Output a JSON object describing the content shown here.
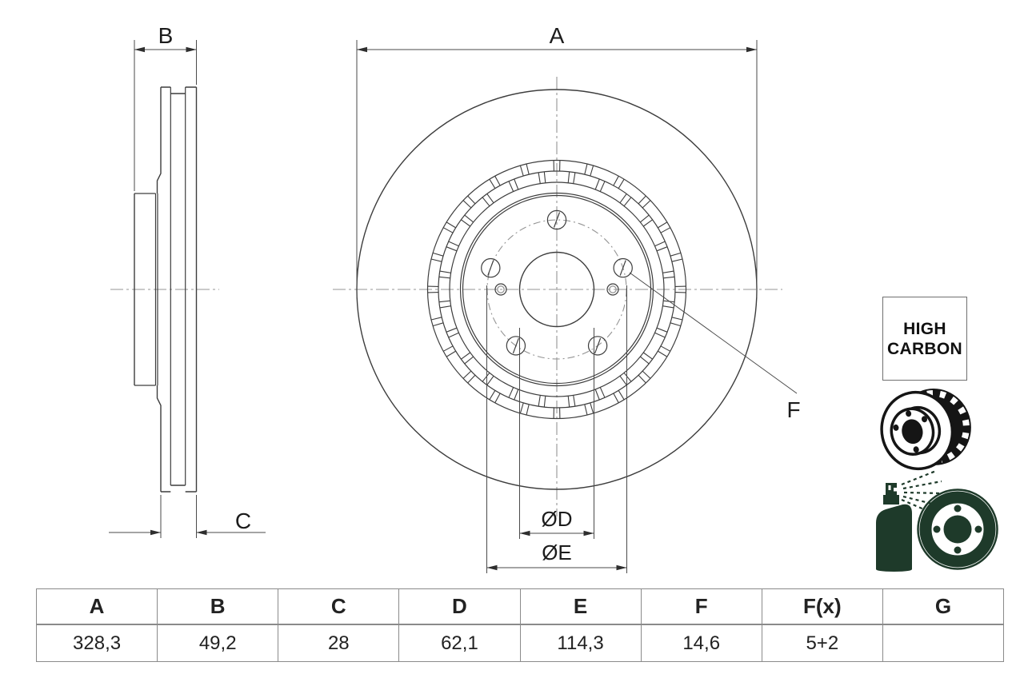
{
  "dimension_labels": {
    "A": "A",
    "B": "B",
    "C": "C",
    "F": "F",
    "OD": "ØD",
    "OE": "ØE"
  },
  "badge": {
    "line1": "HIGH",
    "line2": "CARBON"
  },
  "spec_table": {
    "headers": [
      "A",
      "B",
      "C",
      "D",
      "E",
      "F",
      "F(x)",
      "G"
    ],
    "values": [
      "328,3",
      "49,2",
      "28",
      "62,1",
      "114,3",
      "14,6",
      "5+2",
      ""
    ]
  },
  "icons": {
    "badge": "high-carbon-badge",
    "middle": "vented-brake-disc-icon",
    "bottom": "spray-coated-disc-icon"
  },
  "colors": {
    "background": "#ffffff",
    "line": "#3d3d3d",
    "centerline": "#949494",
    "icon_black": "#151515",
    "icon_green": "#1e3a2a",
    "table_border": "#8a8a8a",
    "text": "#1c1c1c"
  }
}
